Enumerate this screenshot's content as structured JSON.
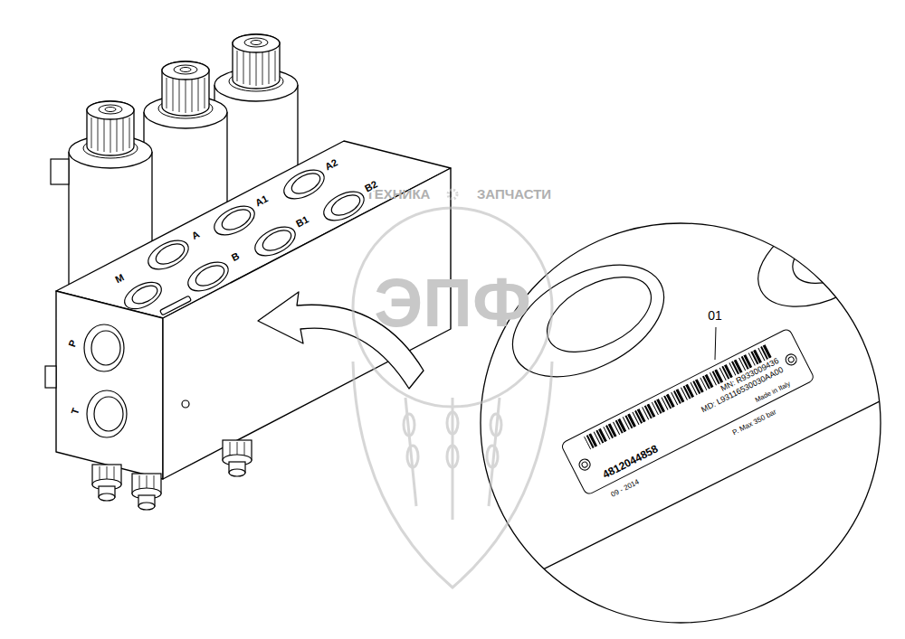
{
  "diagram": {
    "nodes": [
      {
        "text": [
          "4812044858",
          "MN: R933009436",
          "MD: L93116530030AA00",
          "Made in Italy"
        ]
      }
    ],
    "labels": [
      "ТЕХНИКА",
      "ЗАПЧАСТИ",
      "ЭПФ",
      "M",
      "A",
      "B",
      "A1",
      "B1",
      "A2",
      "B2",
      "P",
      "T",
      "01",
      "09 - 2014",
      "P. Max 350 bar"
    ]
  }
}
